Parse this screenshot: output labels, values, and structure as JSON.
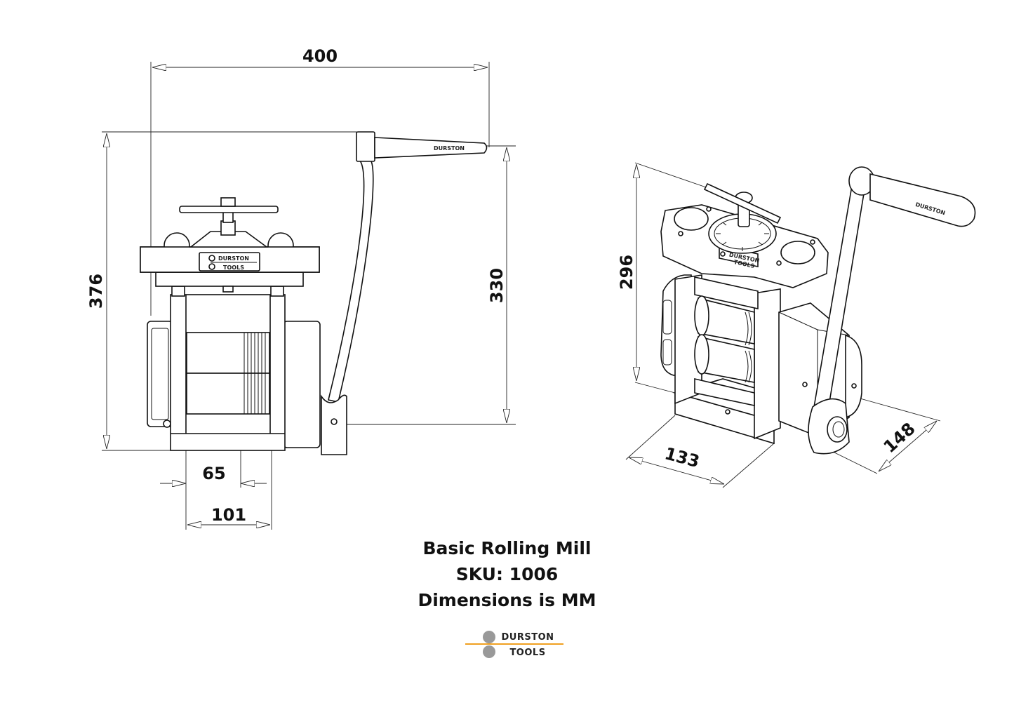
{
  "dimensions": {
    "width_400": "400",
    "height_376": "376",
    "height_330": "330",
    "width_65": "65",
    "width_101": "101",
    "iso_height_296": "296",
    "iso_depth_133": "133",
    "iso_width_148": "148"
  },
  "caption": {
    "title": "Basic Rolling Mill",
    "sku": "SKU: 1006",
    "units": "Dimensions is MM"
  },
  "logo": {
    "line1": "DURSTON",
    "line2": "TOOLS",
    "accent_color": "#f0a020",
    "dot_color": "#999999"
  },
  "handle_label": "DURSTON",
  "plate_label_1": "DURSTON",
  "plate_label_2": "TOOLS"
}
